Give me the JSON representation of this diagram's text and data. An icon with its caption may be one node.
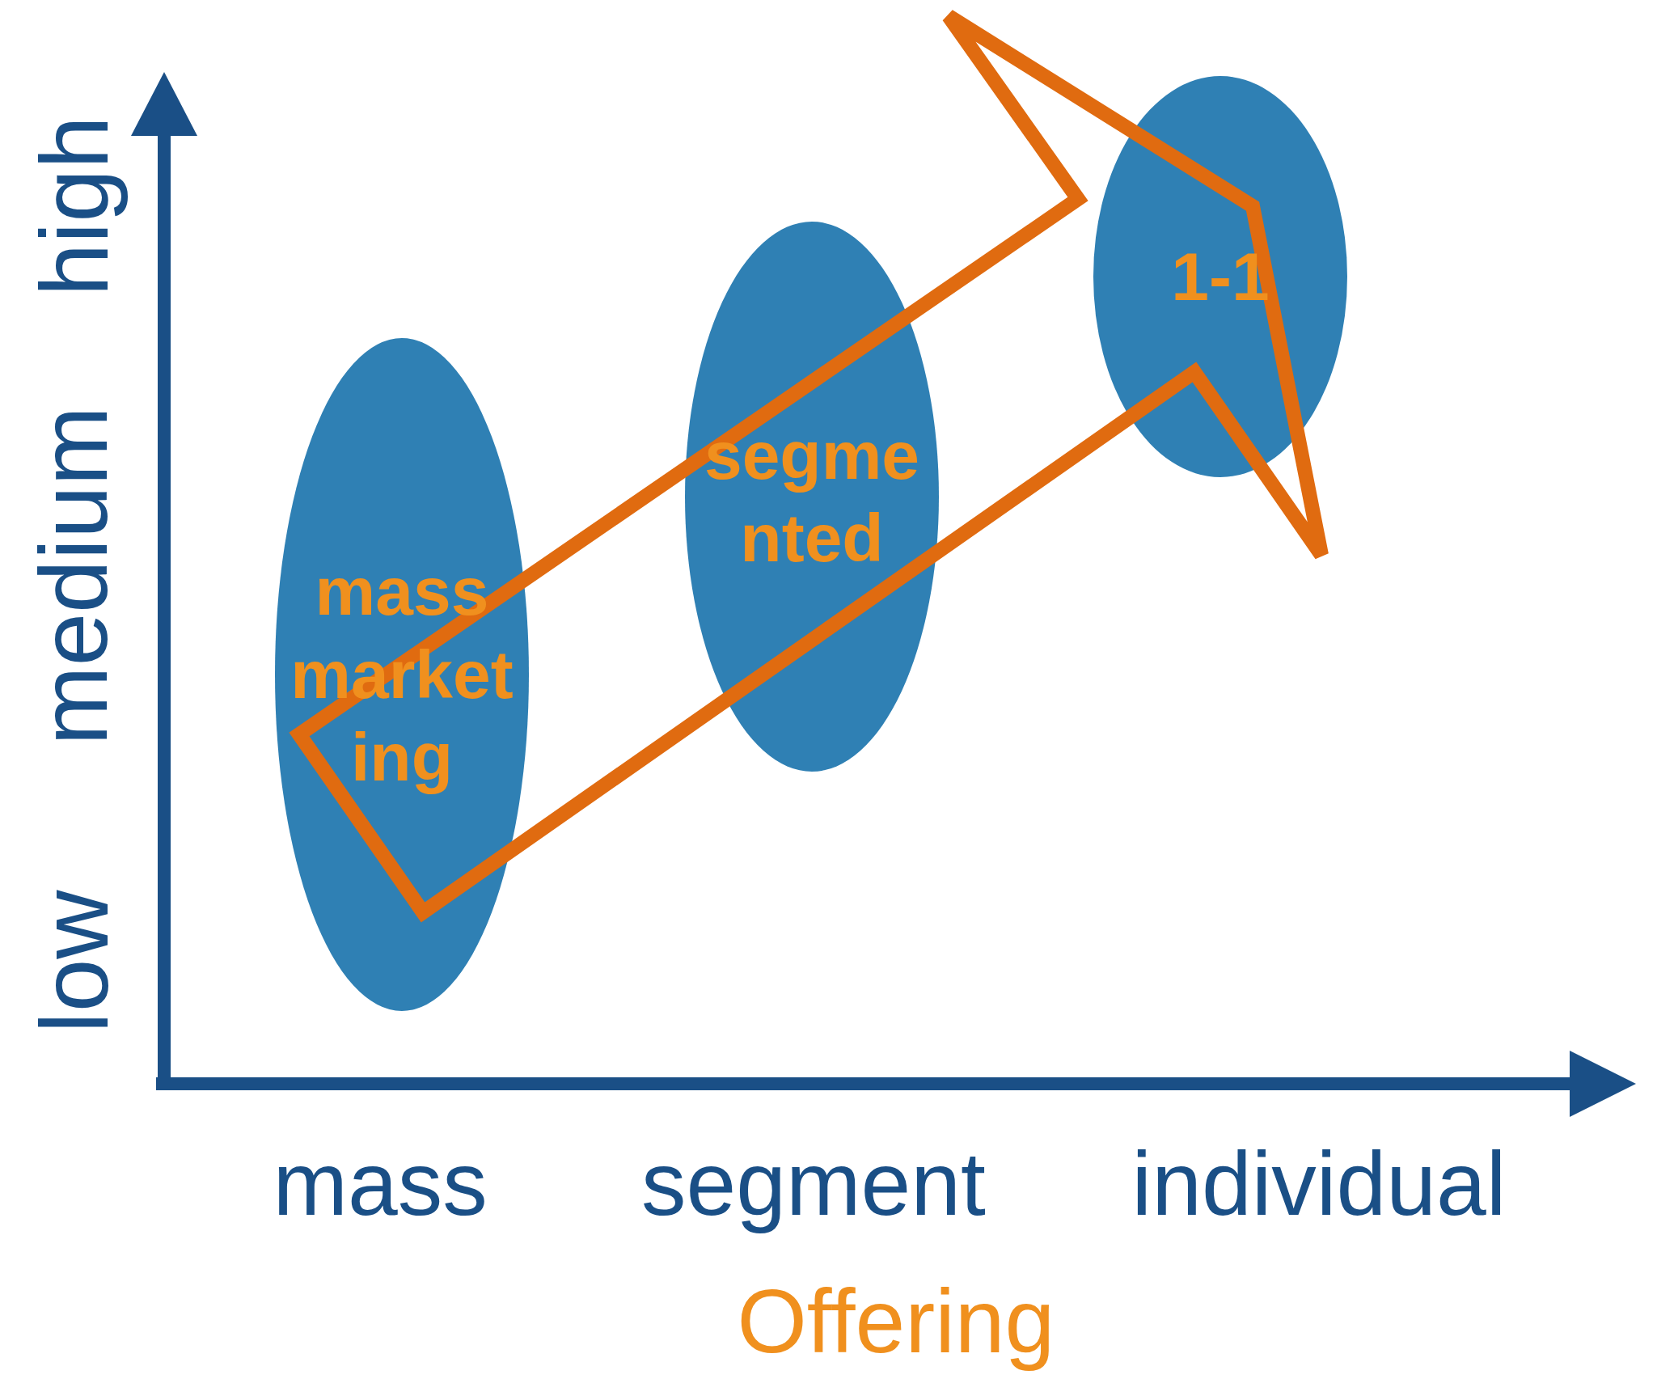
{
  "diagram": {
    "nodes": [
      {
        "text": [
          "mass marketing"
        ]
      },
      {
        "text": [
          "segmented"
        ]
      },
      {
        "text": [
          "1-1"
        ]
      }
    ],
    "edges": [
      {
        "from": 0,
        "to": 2,
        "arrow": "to"
      }
    ],
    "labels": [
      "high",
      "medium",
      "low",
      "mass",
      "segment",
      "individual",
      "Offering"
    ]
  }
}
